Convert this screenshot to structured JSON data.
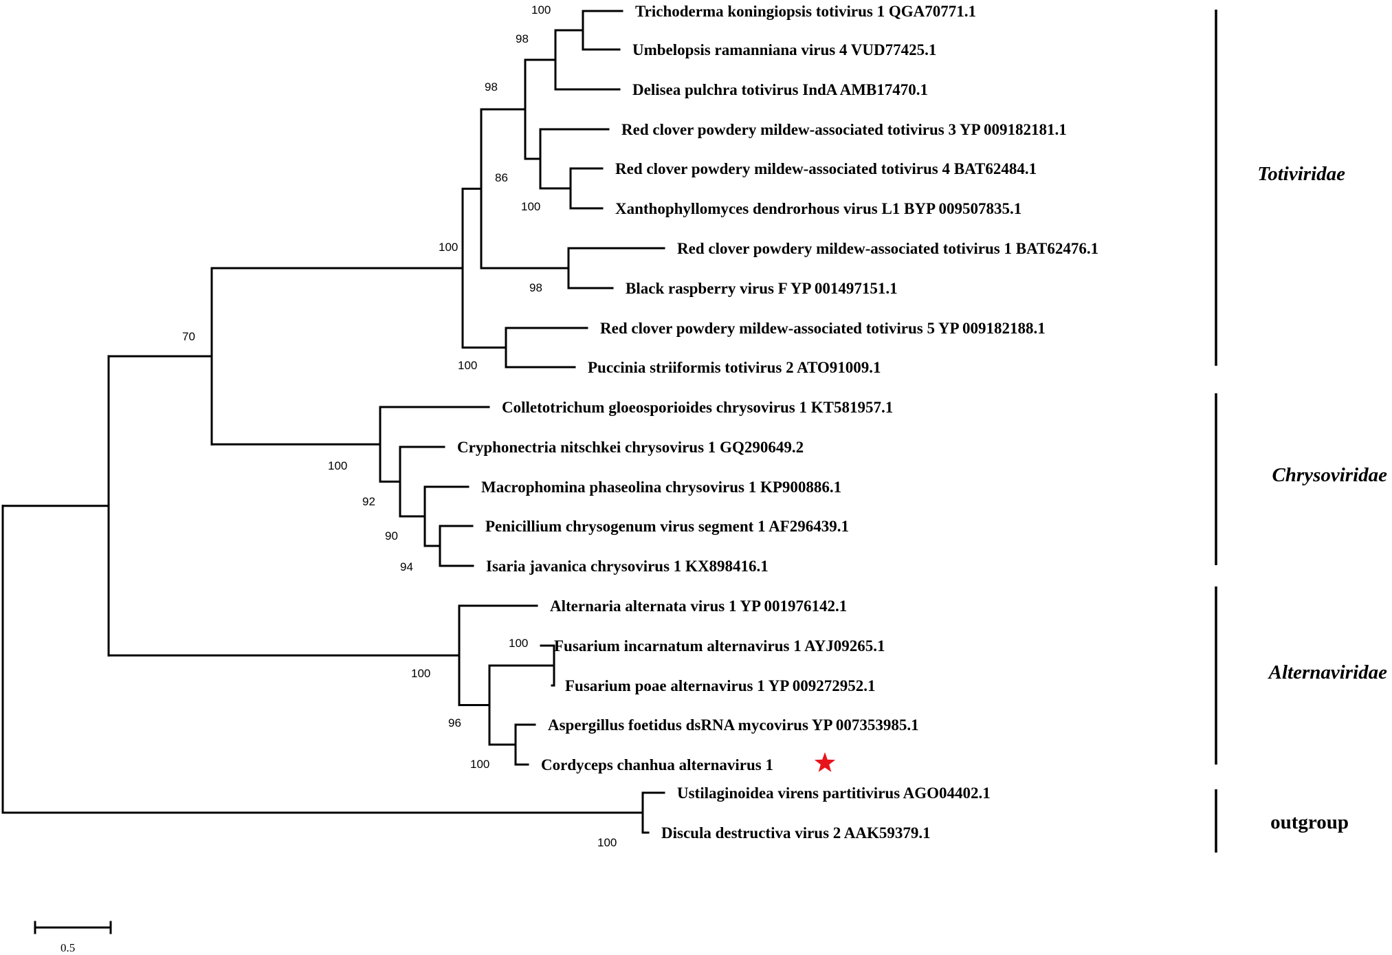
{
  "tree": {
    "leaves": [
      "Trichoderma koningiopsis totivirus 1 QGA70771.1",
      "Umbelopsis ramanniana virus 4 VUD77425.1",
      "Delisea pulchra totivirus IndA AMB17470.1",
      "Red clover powdery mildew-associated totivirus 3 YP 009182181.1",
      "Red clover powdery mildew-associated totivirus 4 BAT62484.1",
      "Xanthophyllomyces dendrorhous virus L1 BYP 009507835.1",
      "Red clover powdery mildew-associated totivirus 1 BAT62476.1",
      "Black raspberry virus F YP 001497151.1",
      "Red clover powdery mildew-associated totivirus 5 YP 009182188.1",
      "Puccinia striiformis totivirus 2 ATO91009.1",
      "Colletotrichum gloeosporioides chrysovirus 1 KT581957.1",
      "Cryphonectria nitschkei chrysovirus 1 GQ290649.2",
      "Macrophomina phaseolina chrysovirus 1 KP900886.1",
      "Penicillium chrysogenum virus segment 1 AF296439.1",
      "Isaria javanica chrysovirus 1 KX898416.1",
      "Alternaria alternata virus 1 YP 001976142.1",
      "Fusarium incarnatum alternavirus 1 AYJ09265.1",
      "Fusarium poae alternavirus 1 YP 009272952.1",
      "Aspergillus foetidus dsRNA mycovirus YP 007353985.1",
      "Cordyceps chanhua alternavirus 1",
      "Ustilaginoidea virens partitivirus AGO04402.1",
      "Discula destructiva virus 2 AAK59379.1"
    ],
    "support_values": [
      "100",
      "98",
      "98",
      "86",
      "100",
      "100",
      "98",
      "100",
      "70",
      "100",
      "92",
      "90",
      "94",
      "100",
      "100",
      "96",
      "100",
      "100"
    ],
    "highlight_color": "#e8141c"
  },
  "families": [
    {
      "name": "Totiviridae"
    },
    {
      "name": "Chrysoviridae"
    },
    {
      "name": "Alternaviridae"
    },
    {
      "name": "outgroup"
    }
  ],
  "scale_bar": {
    "value": "0.5"
  }
}
